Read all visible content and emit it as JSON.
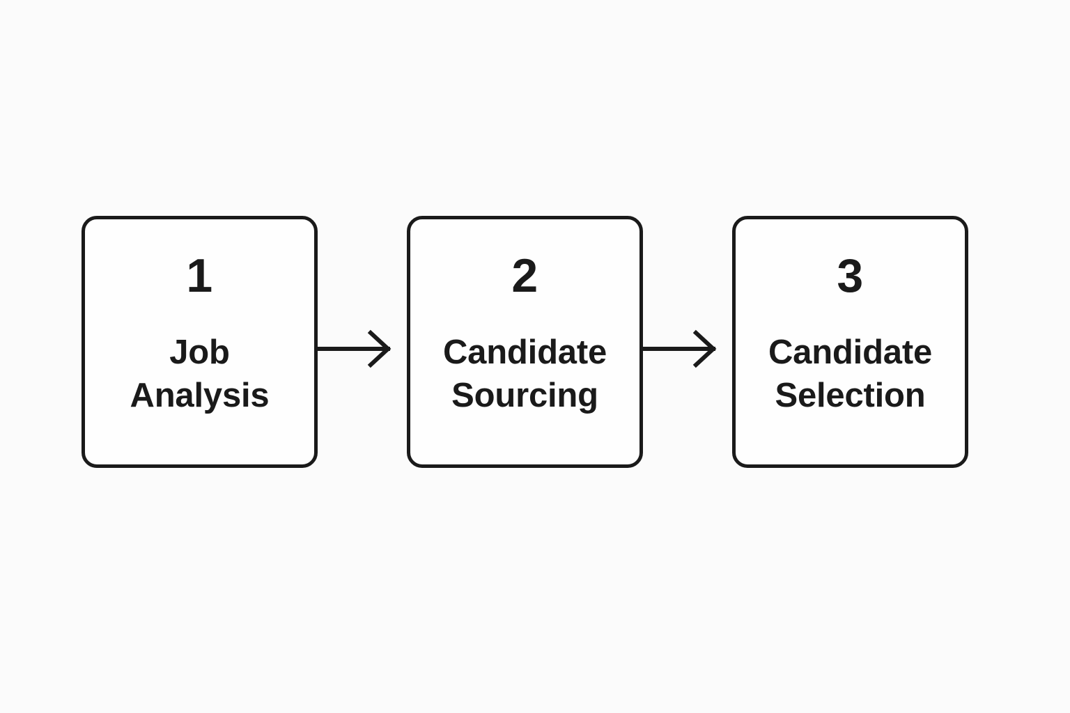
{
  "diagram": {
    "type": "process-flow",
    "orientation": "horizontal",
    "background_color": "#fbfbfb",
    "stroke_color": "#1a1a1a",
    "box_fill_color": "#fefefe",
    "steps": [
      {
        "number": "1",
        "label": "Job\nAnalysis"
      },
      {
        "number": "2",
        "label": "Candidate\nSourcing"
      },
      {
        "number": "3",
        "label": "Candidate\nSelection"
      }
    ],
    "connectors": [
      {
        "from": "1",
        "to": "2",
        "icon": "arrow-right-icon"
      },
      {
        "from": "2",
        "to": "3",
        "icon": "arrow-right-icon"
      }
    ]
  }
}
